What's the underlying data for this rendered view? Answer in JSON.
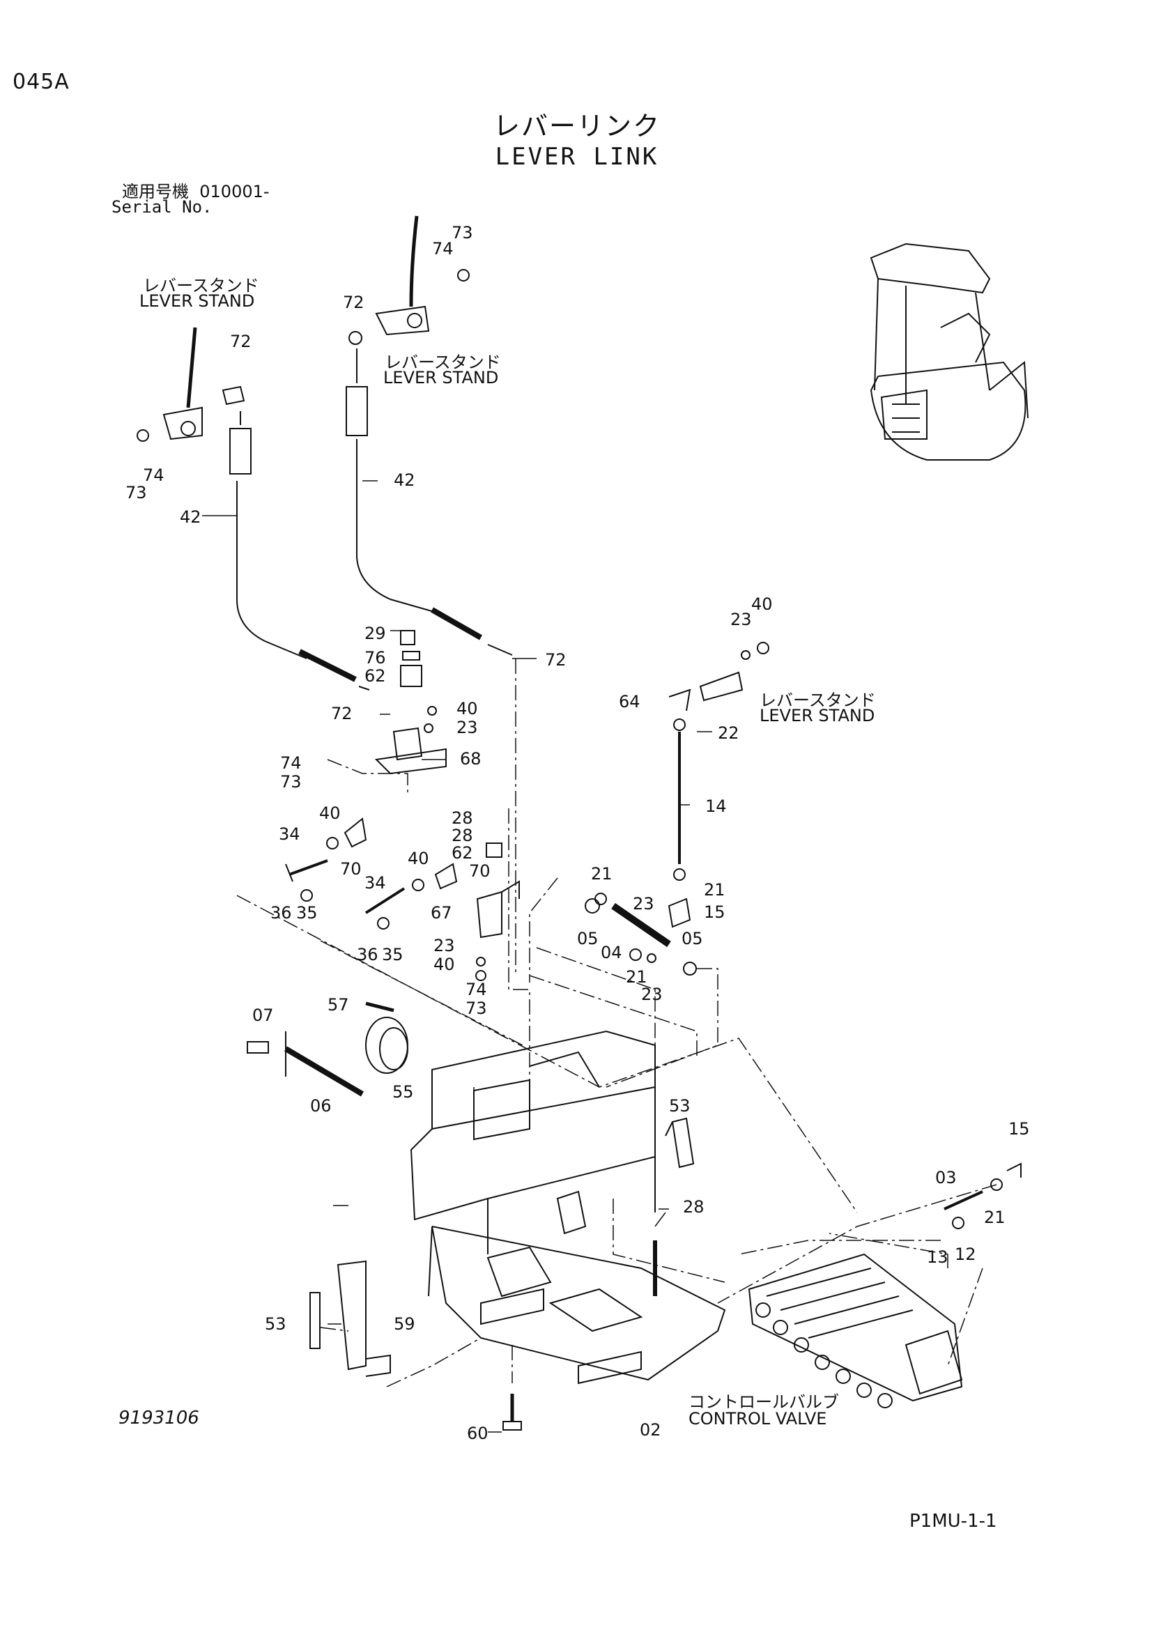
{
  "header": {
    "page_code": "045A",
    "title_jp": "レバーリンク",
    "title_en": "LEVER LINK",
    "serial_label_jp": "適用号機",
    "serial_value": "010001-",
    "serial_label_en": "Serial No."
  },
  "labels": {
    "lever_stand_jp": "レバースタンド",
    "lever_stand_en": "LEVER STAND",
    "control_valve_jp": "コントロールバルブ",
    "control_valve_en": "CONTROL VALVE"
  },
  "callouts": [
    "73",
    "74",
    "72",
    "73",
    "74",
    "72",
    "42",
    "42",
    "29",
    "76",
    "62",
    "72",
    "40",
    "23",
    "68",
    "74",
    "73",
    "40",
    "34",
    "70",
    "36",
    "35",
    "40",
    "34",
    "70",
    "67",
    "36",
    "35",
    "23",
    "40",
    "28",
    "28",
    "62",
    "74",
    "73",
    "72",
    "23",
    "40",
    "64",
    "22",
    "14",
    "21",
    "21",
    "23",
    "15",
    "05",
    "04",
    "05",
    "21",
    "23",
    "07",
    "57",
    "55",
    "06",
    "53",
    "15",
    "03",
    "21",
    "13",
    "12",
    "28",
    "53",
    "59",
    "60",
    "02"
  ],
  "footer": {
    "doc_number": "9193106",
    "page_ref": "P1MU-1-1"
  }
}
